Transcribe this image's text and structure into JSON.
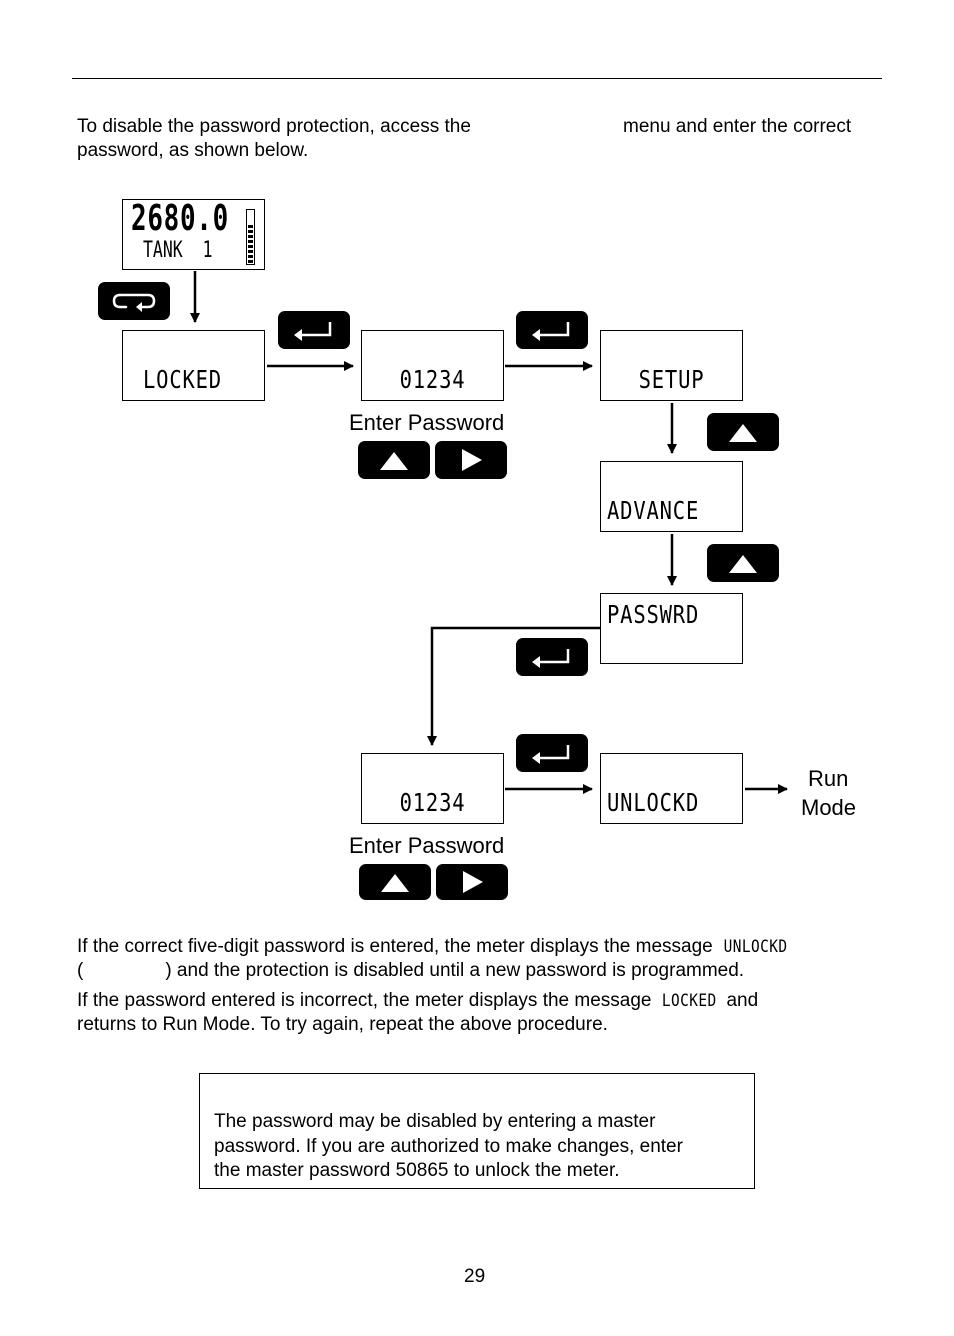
{
  "intro": {
    "line1_a": "To disable the password protection, access the",
    "line1_b": "menu and enter the correct",
    "line2": "password, as shown below."
  },
  "meter": {
    "value": "2680.0",
    "tag": "TANK  1"
  },
  "displays": {
    "locked": "LOCKED",
    "password1": "01234",
    "setup": "SETUP",
    "advance": "ADVANCE",
    "passwrd": "PASSWRD",
    "password2": "01234",
    "unlockd": "UNLOCKD"
  },
  "labels": {
    "enter_password_1": "Enter Password",
    "enter_password_2": "Enter Password",
    "run": "Run",
    "mode": "Mode"
  },
  "body": {
    "p1_a": "If the correct five-digit password is entered, the meter displays the message",
    "p1_msg": "UNLOCKD",
    "p1_b": "(",
    "p1_c": ") and the protection is disabled until a new password is programmed.",
    "p2_a": "If the password entered is incorrect, the meter displays the message",
    "p2_msg": "LOCKED",
    "p2_b": "and",
    "p2_c": "returns to Run Mode. To try again, repeat the above procedure."
  },
  "note": {
    "line1": "The password may be disabled by entering a master",
    "line2": "password. If you are authorized to make changes, enter",
    "line3": "the master password 50865 to unlock the meter."
  },
  "page_number": "29"
}
